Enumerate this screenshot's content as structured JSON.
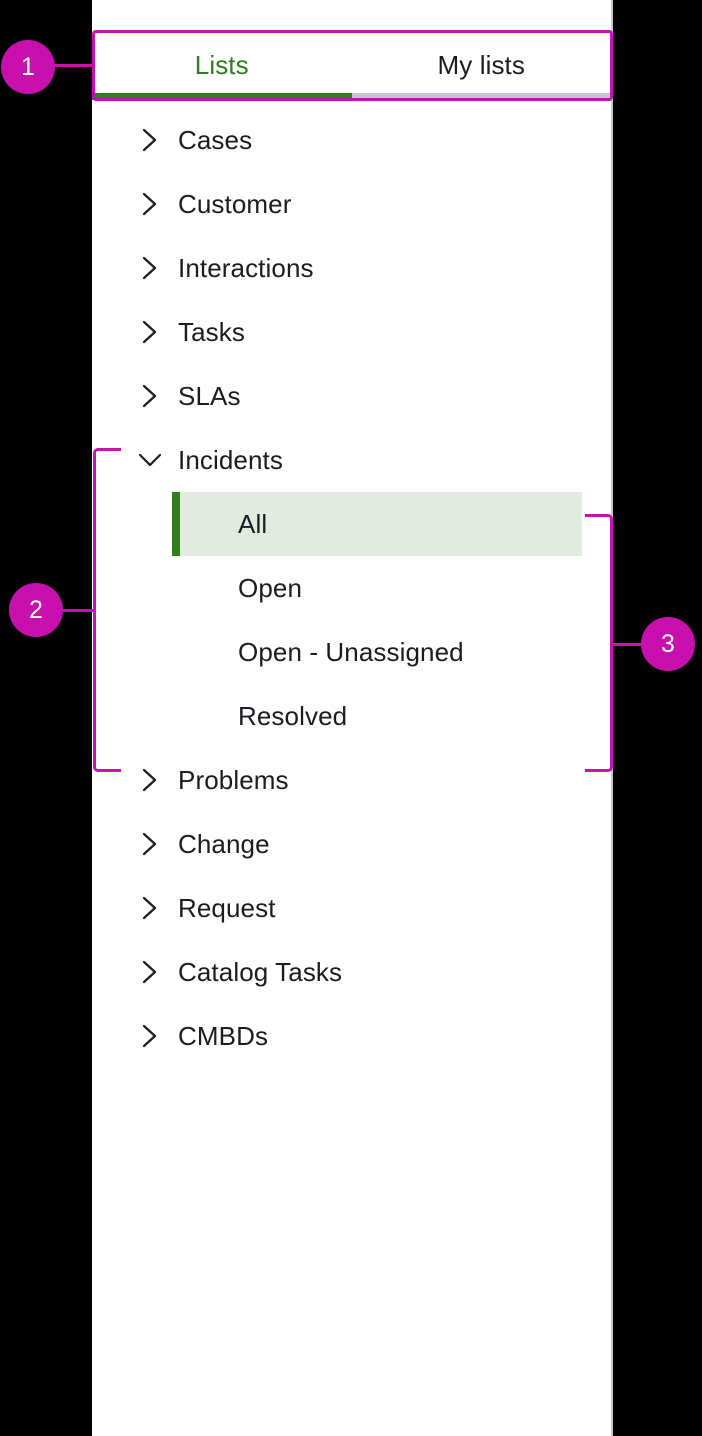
{
  "panel": {
    "tabs": [
      {
        "label": "Lists",
        "active": true
      },
      {
        "label": "My lists",
        "active": false
      }
    ],
    "tree": [
      {
        "label": "Cases",
        "state": "collapsed",
        "icon": "chevron-right-icon"
      },
      {
        "label": "Customer",
        "state": "collapsed",
        "icon": "chevron-right-icon"
      },
      {
        "label": "Interactions",
        "state": "collapsed",
        "icon": "chevron-right-icon"
      },
      {
        "label": "Tasks",
        "state": "collapsed",
        "icon": "chevron-right-icon"
      },
      {
        "label": "SLAs",
        "state": "collapsed",
        "icon": "chevron-right-icon"
      },
      {
        "label": "Incidents",
        "state": "expanded",
        "icon": "chevron-down-icon"
      },
      {
        "label": "Problems",
        "state": "collapsed",
        "icon": "chevron-right-icon"
      },
      {
        "label": "Change",
        "state": "collapsed",
        "icon": "chevron-right-icon"
      },
      {
        "label": "Request",
        "state": "collapsed",
        "icon": "chevron-right-icon"
      },
      {
        "label": "Catalog Tasks",
        "state": "collapsed",
        "icon": "chevron-right-icon"
      },
      {
        "label": "CMBDs",
        "state": "collapsed",
        "icon": "chevron-right-icon"
      }
    ],
    "incidents_children": [
      {
        "label": "All",
        "selected": true
      },
      {
        "label": "Open",
        "selected": false
      },
      {
        "label": "Open - Unassigned",
        "selected": false
      },
      {
        "label": "Resolved",
        "selected": false
      }
    ]
  },
  "annotations": [
    {
      "number": "1"
    },
    {
      "number": "2"
    },
    {
      "number": "3"
    }
  ],
  "colors": {
    "accent_green": "#2f7d1c",
    "selected_bg": "#e2ebe0",
    "annotation_magenta": "#c710ae",
    "text_dark": "#1a1c21",
    "panel_border": "#c4c8cc",
    "backdrop": "#000000"
  }
}
